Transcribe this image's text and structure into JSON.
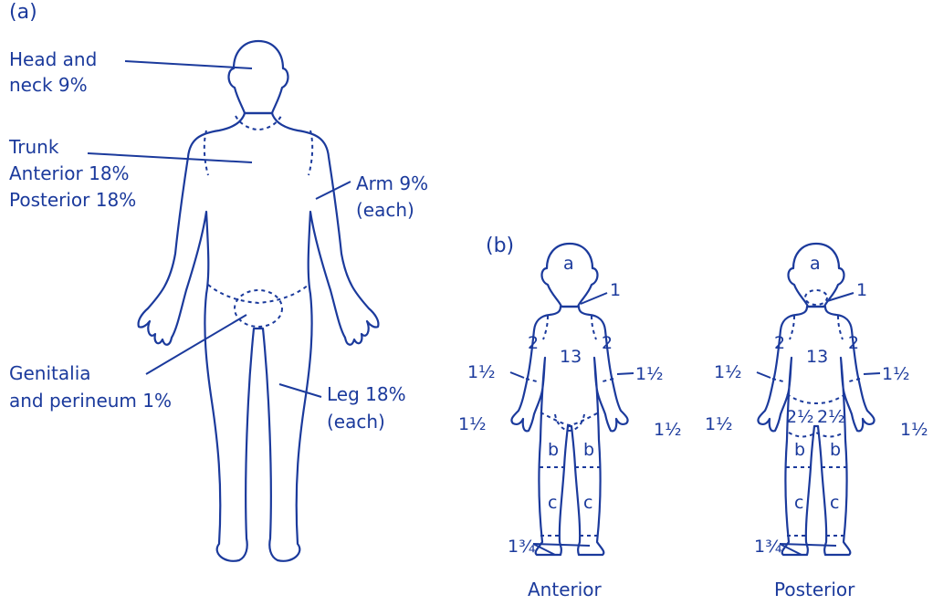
{
  "panel_a": {
    "tag": "(a)",
    "labels": {
      "head_line1": "Head and",
      "head_line2": "neck 9%",
      "trunk_line1": "Trunk",
      "trunk_line2": "Anterior 18%",
      "trunk_line3": "Posterior 18%",
      "arm_line1": "Arm 9%",
      "arm_line2": "(each)",
      "genitalia_line1": "Genitalia",
      "genitalia_line2": "and perineum 1%",
      "leg_line1": "Leg 18%",
      "leg_line2": "(each)"
    }
  },
  "panel_b": {
    "tag": "(b)",
    "anterior": {
      "caption": "Anterior",
      "head": "a",
      "neck": "1",
      "trunk": "13",
      "shoulder_left": "2",
      "shoulder_right": "2",
      "arm_left": "1½",
      "arm_right": "1½",
      "hand_left": "1½",
      "hand_right": "1½",
      "thigh_left": "b",
      "thigh_right": "b",
      "lower_leg_left": "c",
      "lower_leg_right": "c",
      "foot": "1¾"
    },
    "posterior": {
      "caption": "Posterior",
      "head": "a",
      "neck": "1",
      "trunk": "13",
      "shoulder_left": "2",
      "shoulder_right": "2",
      "arm_left": "1½",
      "arm_right": "1½",
      "hand_left": "1½",
      "hand_right": "1½",
      "buttock_left": "2½",
      "buttock_right": "2½",
      "thigh_left": "b",
      "thigh_right": "b",
      "lower_leg_left": "c",
      "lower_leg_right": "c",
      "foot": "1¾"
    }
  },
  "colors": {
    "ink": "#1b3a9c",
    "background": "#ffffff"
  }
}
